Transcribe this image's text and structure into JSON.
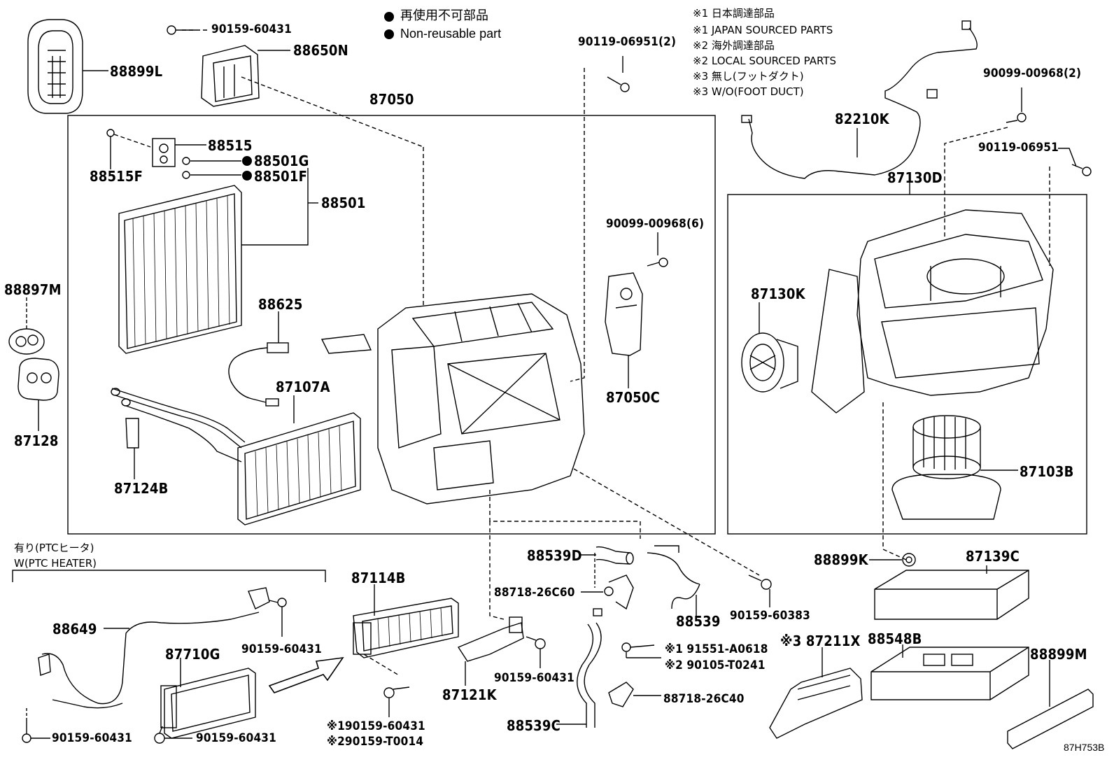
{
  "legend": {
    "non_reusable_jp": "再使用不可部品",
    "non_reusable_en": "Non-reusable part"
  },
  "notes": {
    "n1_jp": "※1 日本調達部品",
    "n1_en": "※1 JAPAN SOURCED PARTS",
    "n2_jp": "※2 海外調達部品",
    "n2_en": "※2 LOCAL SOURCED PARTS",
    "n3_jp": "※3 無し(フットダクト)",
    "n3_en": "※3 W/O(FOOT DUCT)"
  },
  "ptc_heater": {
    "jp": "有り(PTCヒータ)",
    "en": "W(PTC HEATER)"
  },
  "parts": {
    "p88899L": "88899L",
    "p90159_60431_top": "90159-60431",
    "p88650N": "88650N",
    "p87050": "87050",
    "p90119_06951_2": "90119-06951(2)",
    "p88515": "88515",
    "p88515F": "88515F",
    "p88501G": "88501G",
    "p88501F": "88501F",
    "p88501": "88501",
    "p88897M": "88897M",
    "p87128": "87128",
    "p88625": "88625",
    "p87107A": "87107A",
    "p87124B": "87124B",
    "p90099_00968_6": "90099-00968(6)",
    "p87050C": "87050C",
    "p82210K": "82210K",
    "p90099_00968_2": "90099-00968(2)",
    "p90119_06951": "90119-06951",
    "p87130D": "87130D",
    "p87130K": "87130K",
    "p87103B": "87103B",
    "p88899K": "88899K",
    "p87139C": "87139C",
    "p88539D": "88539D",
    "p88718_26C60": "88718-26C60",
    "p88539": "88539",
    "p90159_60383": "90159-60383",
    "p87114B": "87114B",
    "p88649": "88649",
    "p90159_60431_a": "90159-60431",
    "p87710G": "87710G",
    "p90159_60431_b": "90159-60431",
    "p90159_60431_c": "90159-60431",
    "p90159_60431_d": "90159-60431",
    "p87121K": "87121K",
    "p91551_A0618": "※1 91551-A0618",
    "p90105_T0241": "※2 90105-T0241",
    "p88718_26C40": "88718-26C40",
    "p88539C": "88539C",
    "p90159_60431_e": "※190159-60431",
    "p90159_T0014": "※290159-T0014",
    "p87211X": "※3 87211X",
    "p88548B": "88548B",
    "p88899M": "88899M"
  },
  "reference_code": "87H753B"
}
